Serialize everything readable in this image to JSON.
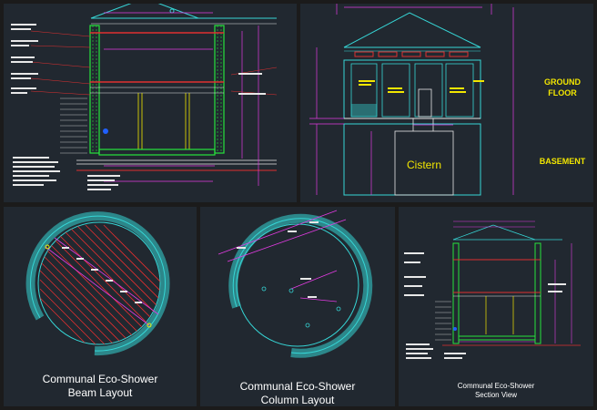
{
  "panels": {
    "p1": {
      "name": "section-detail-drawing"
    },
    "p2": {
      "name": "elevation-drawing",
      "labels": {
        "ground_floor_line1": "GROUND",
        "ground_floor_line2": "FLOOR",
        "basement": "BASEMENT",
        "cistern": "Cistern"
      }
    },
    "p3": {
      "caption_line1": "Communal Eco-Shower",
      "caption_line2": "Beam Layout"
    },
    "p4": {
      "caption_line1": "Communal Eco-Shower",
      "caption_line2": "Column Layout"
    },
    "p5": {
      "caption_line1": "Communal Eco-Shower",
      "caption_line2": "Section View"
    }
  },
  "colors": {
    "background": "#212830",
    "gutter": "#1b1b1b",
    "cad_cyan": "#36d6d6",
    "cad_green": "#27e43c",
    "cad_magenta": "#e23be2",
    "cad_red": "#e03030",
    "cad_yellow": "#f2e600",
    "cad_white": "#e8e8e8"
  }
}
